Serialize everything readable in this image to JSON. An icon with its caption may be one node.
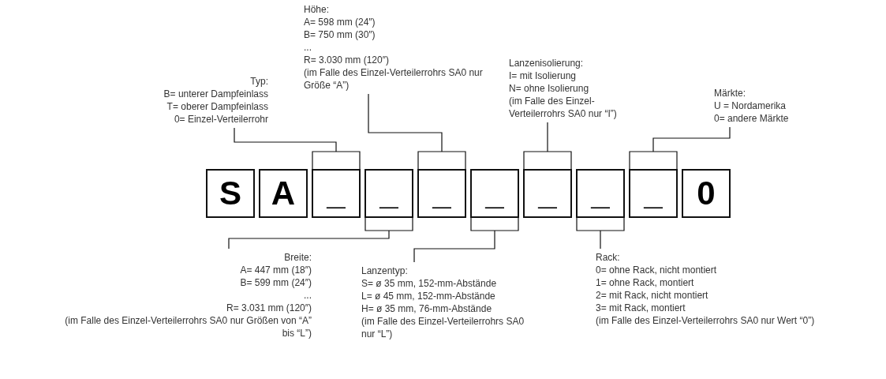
{
  "diagram": {
    "nodes": [
      {
        "text": [
          "Typ:",
          "B= unterer Dampfeinlass",
          "T= oberer Dampfeinlass",
          "0= Einzel-Verteilerrohr"
        ]
      },
      {
        "text": [
          "Höhe:",
          "A= 598 mm (24″)",
          "B= 750 mm (30″)",
          "...",
          "R= 3.030 mm (120″)",
          "(im Falle des Einzel-Verteilerrohrs SA0 nur Größe “A”)"
        ]
      },
      {
        "text": [
          "Lanzenisolierung:",
          "I= mit Isolierung",
          "N= ohne Isolierung",
          "(im Falle des Einzel-Verteilerrohrs SA0 nur “I”)"
        ]
      },
      {
        "text": [
          "Märkte:",
          "U = Nordamerika",
          "0= andere Märkte"
        ]
      },
      {
        "text": [
          "S"
        ]
      },
      {
        "text": [
          "A"
        ]
      },
      {
        "text": [
          "_"
        ]
      },
      {
        "text": [
          "_"
        ]
      },
      {
        "text": [
          "_"
        ]
      },
      {
        "text": [
          "_"
        ]
      },
      {
        "text": [
          "_"
        ]
      },
      {
        "text": [
          "_"
        ]
      },
      {
        "text": [
          "_"
        ]
      },
      {
        "text": [
          "0"
        ]
      },
      {
        "text": [
          "Breite:",
          "A= 447 mm (18″)",
          "B= 599 mm (24″)",
          "...",
          "R= 3.031 mm (120″)",
          "(im Falle des Einzel-Verteilerrohrs SA0 nur Größen von “A” bis “L”)"
        ]
      },
      {
        "text": [
          "Lanzentyp:",
          "S= ø 35 mm, 152-mm-Abstände",
          "L= ø 45 mm, 152-mm-Abstände",
          "H= ø 35 mm, 76-mm-Abstände",
          "(im Falle des Einzel-Verteilerrohrs SA0 nur “L”)"
        ]
      },
      {
        "text": [
          "Rack:",
          "0= ohne Rack, nicht montiert",
          "1= ohne Rack, montiert",
          "2= mit Rack, nicht montiert",
          "3= mit Rack, montiert",
          "(im Falle des Einzel-Verteilerrohrs SA0 nur Wert “0”)"
        ]
      }
    ],
    "edges": [
      {
        "from": 0,
        "to": 6,
        "arrow": "none"
      },
      {
        "from": 1,
        "to": 8,
        "arrow": "none"
      },
      {
        "from": 2,
        "to": 10,
        "arrow": "none"
      },
      {
        "from": 3,
        "to": 12,
        "arrow": "none"
      },
      {
        "from": 14,
        "to": 7,
        "arrow": "none"
      },
      {
        "from": 15,
        "to": 9,
        "arrow": "none"
      },
      {
        "from": 16,
        "to": 11,
        "arrow": "none"
      }
    ]
  }
}
